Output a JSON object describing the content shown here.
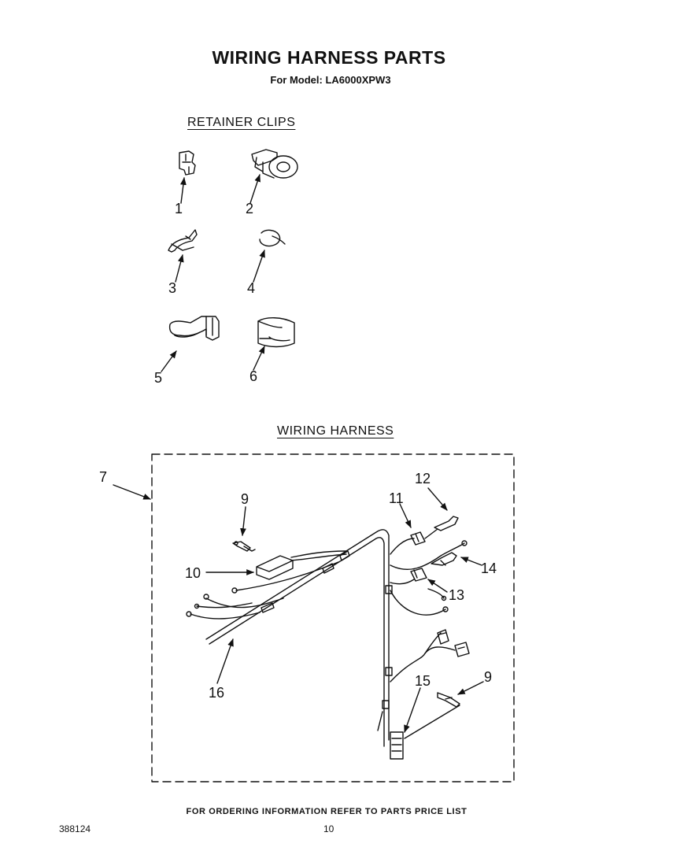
{
  "header": {
    "title": "WIRING HARNESS PARTS",
    "subtitle": "For Model: LA6000XPW3"
  },
  "sections": {
    "retainer_clips": "RETAINER CLIPS",
    "wiring_harness": "WIRING HARNESS"
  },
  "callouts": {
    "c1": "1",
    "c2": "2",
    "c3": "3",
    "c4": "4",
    "c5": "5",
    "c6": "6",
    "c7": "7",
    "c9a": "9",
    "c9b": "9",
    "c10": "10",
    "c11": "11",
    "c12": "12",
    "c13": "13",
    "c14": "14",
    "c15": "15",
    "c16": "16"
  },
  "footer": {
    "note": "FOR ORDERING INFORMATION REFER TO PARTS PRICE LIST",
    "doc_number": "388124",
    "page_number": "10"
  }
}
